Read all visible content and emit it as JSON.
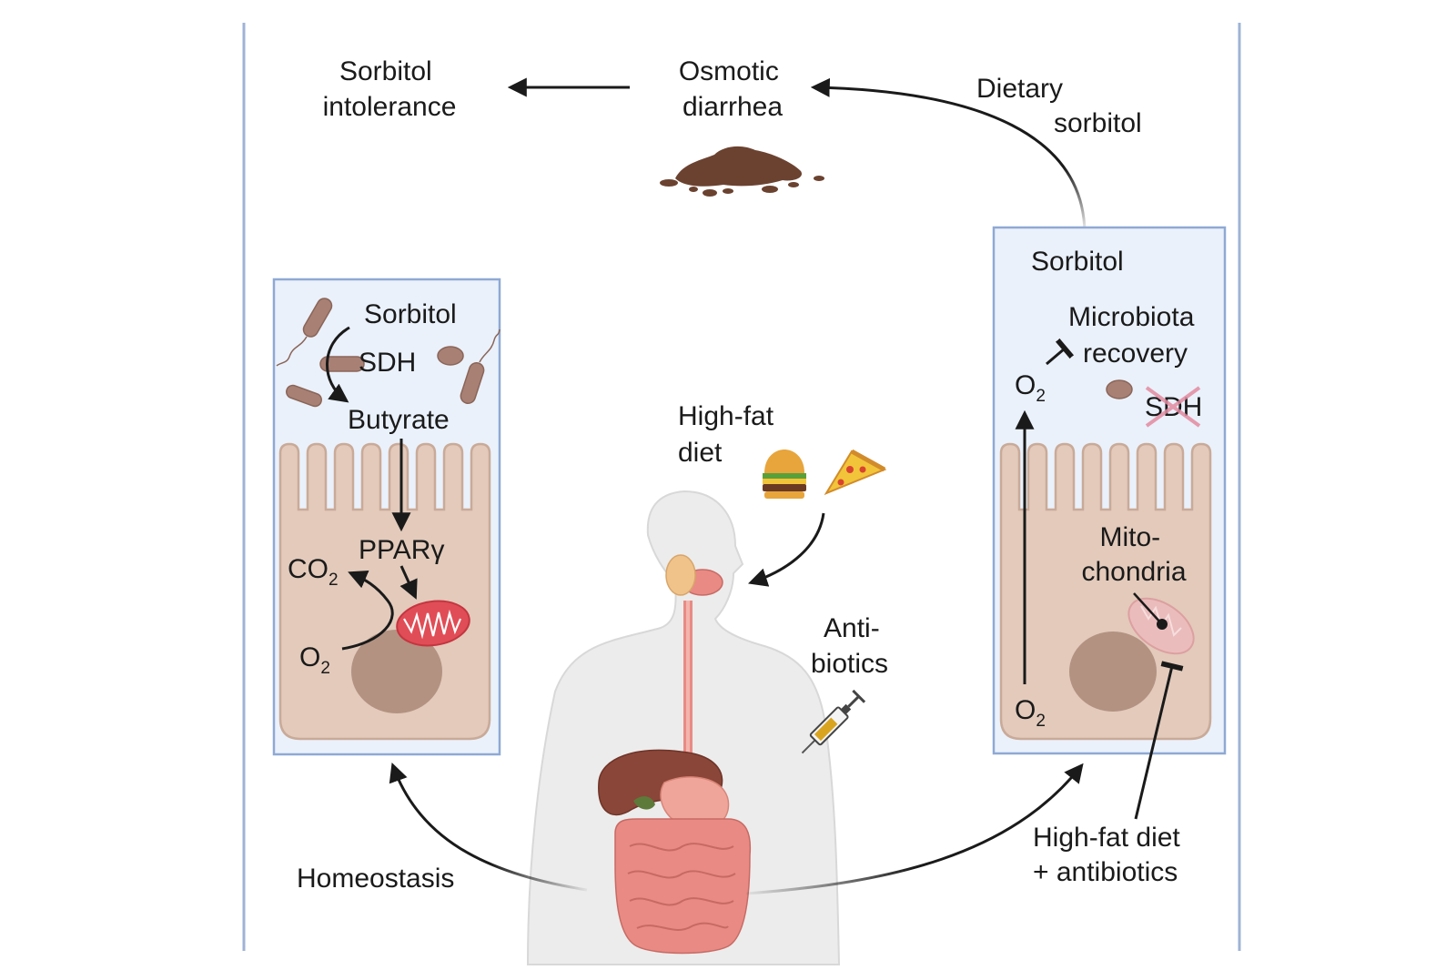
{
  "colors": {
    "frame_line": "#9fb3d6",
    "box_fill": "#eaf1fb",
    "box_stroke": "#8fa9d4",
    "cell_fill": "#e3cabb",
    "cell_stroke": "#c9aa98",
    "nucleus": "#b39282",
    "mito_red": "#e14d56",
    "mito_pale": "#ebbcbc",
    "bacteria": "#a88074",
    "stool": "#6b4230",
    "body_fill": "#ececec",
    "gut_pink": "#e98a84",
    "liver": "#8a4638",
    "cross": "#e38aa0"
  },
  "top": {
    "sorbitol_intolerance": [
      "Sorbitol",
      "intolerance"
    ],
    "osmotic_diarrhea": [
      "Osmotic",
      "diarrhea"
    ],
    "dietary_sorbitol": [
      "Dietary",
      "sorbitol"
    ]
  },
  "left_panel": {
    "sorbitol": "Sorbitol",
    "sdh": "SDH",
    "butyrate": "Butyrate",
    "pparg": "PPARγ",
    "co2": "CO",
    "co2_sub": "2",
    "o2": "O",
    "o2_sub": "2"
  },
  "right_panel": {
    "sorbitol": "Sorbitol",
    "microbiota_recovery": [
      "Microbiota",
      "recovery"
    ],
    "o2_top": "O",
    "o2_top_sub": "2",
    "sdh": "SDH",
    "mitochondria": [
      "Mito-",
      "chondria"
    ],
    "o2_bottom": "O",
    "o2_bottom_sub": "2"
  },
  "center": {
    "high_fat_diet": [
      "High-fat",
      "diet"
    ],
    "antibiotics": [
      "Anti-",
      "biotics"
    ]
  },
  "bottom": {
    "homeostasis": "Homeostasis",
    "hfd_antibiotics": [
      "High-fat diet",
      "+ antibiotics"
    ]
  }
}
